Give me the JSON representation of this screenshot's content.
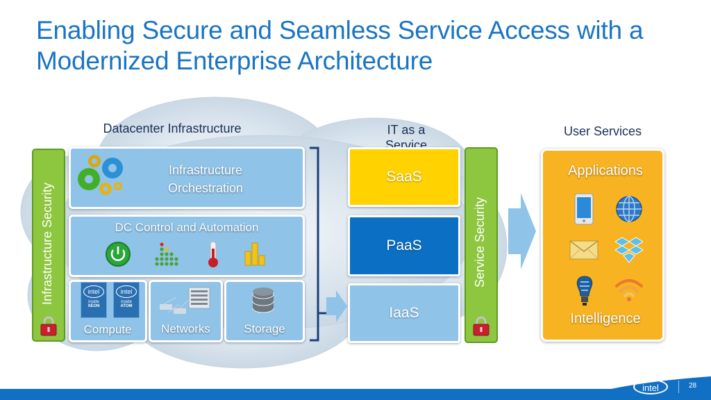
{
  "title": "Enabling Secure and Seamless Service Access with a Modernized Enterprise Architecture",
  "headers": {
    "datacenter": "Datacenter Infrastructure",
    "itaas": "IT as a Service",
    "user_services": "User Services"
  },
  "left_bar": {
    "label": "Infrastructure Security"
  },
  "right_bar": {
    "label": "Service Security"
  },
  "panels": {
    "orchestration": "Infrastructure Orchestration",
    "dc_control": "DC Control and Automation",
    "compute": "Compute",
    "networks": "Networks",
    "storage": "Storage"
  },
  "chips": [
    {
      "brand": "intel",
      "sub": "inside",
      "line": "XEON"
    },
    {
      "brand": "intel",
      "sub": "inside",
      "line": "ATOM"
    }
  ],
  "services": [
    "SaaS",
    "PaaS",
    "IaaS"
  ],
  "user_services": {
    "top": "Applications",
    "bottom": "Intelligence"
  },
  "icons": [
    "gears-icon",
    "power-icon",
    "grid-chart-icon",
    "thermometer-icon",
    "bar-chart-icon",
    "tablet-icon",
    "globe-icon",
    "envelope-icon",
    "dropbox-icon",
    "bulb-icon",
    "wifi-icon",
    "lock-icon"
  ],
  "colors": {
    "title": "#1a74c4",
    "saas": "#ffd200",
    "paas": "#0b6fc4",
    "iaas": "#8fc3e8",
    "security": "#8dc63f",
    "user_panel": "#f7b321",
    "footer": "#1170c3"
  },
  "footer": {
    "logo": "intel",
    "page": "28"
  }
}
